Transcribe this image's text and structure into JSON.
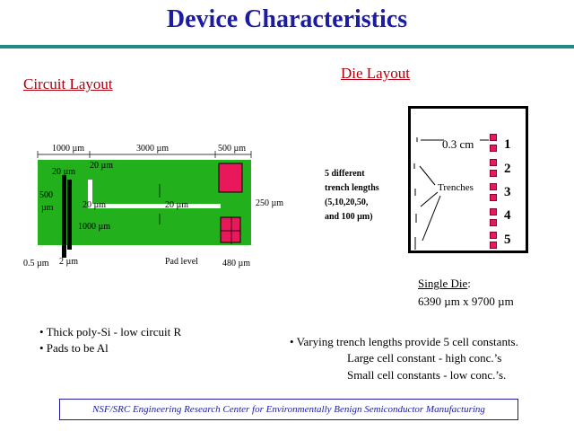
{
  "title": "Device Characteristics",
  "circuit": {
    "heading": "Circuit Layout",
    "dims": {
      "d1000": "1000 µm",
      "d3000": "3000 µm",
      "d500top": "500 µm",
      "d20a": "20 µm",
      "d20b": "20 µm",
      "d500left": "500",
      "d500left_unit": "µm",
      "d20c": "20 µm",
      "d20d": "20 µm",
      "d250": "250 µm",
      "d1000b": "1000 µm",
      "d05": "0.5 µm",
      "d2": "2 µm",
      "pad": "Pad level",
      "d480": "480 µm"
    },
    "bullets": [
      "• Thick poly-Si - low circuit R",
      "• Pads to be Al"
    ]
  },
  "die": {
    "heading": "Die Layout",
    "size": "0.3 cm",
    "trenches": "Trenches",
    "note": [
      "5 different",
      "trench lengths",
      "(5,10,20,50,",
      "and 100 µm)"
    ],
    "numbers": [
      "1",
      "2",
      "3",
      "4",
      "5"
    ],
    "single_die_label": "Single Die",
    "single_die_colon": ":",
    "single_die_dims": "6390 µm x 9700 µm"
  },
  "bullets_right": [
    "• Varying trench lengths provide 5 cell constants.",
    "Large cell constant - high conc.’s",
    "Small cell constants - low conc.’s."
  ],
  "footer": "NSF/SRC Engineering Research Center for Environmentally Benign Semiconductor Manufacturing",
  "colors": {
    "title": "#1c1ca0",
    "rule": "#1f8a86",
    "heading": "#b00010",
    "board": "#22b11c",
    "pad": "#e8185a"
  }
}
